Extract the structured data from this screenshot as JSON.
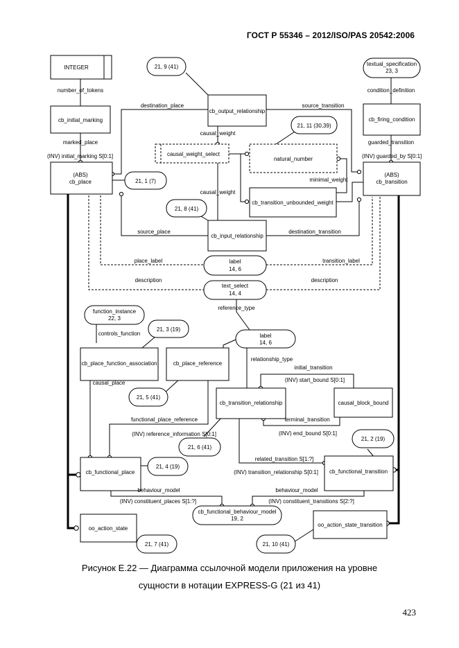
{
  "header": "ГОСТ  Р 55346 – 2012/ISO/PAS 20542:2006",
  "caption": {
    "line1": "Рисунок Е.22 — Диаграмма ссылочной модели приложения на уровне",
    "line2": "сущности в нотации EXPRESS-G (21 из 41)"
  },
  "page_number": "423",
  "entities": {
    "integer": "INTEGER",
    "cb_initial_marking": "cb_initial_marking",
    "cb_output_relationship": "cb_output_relationship",
    "cb_firing_condition": "cb_firing_condition",
    "causal_weight_select": "causal_weight_select",
    "natural_number": "natural_number",
    "cb_place_abs": "(ABS)",
    "cb_place": "cb_place",
    "cb_transition_abs": "(ABS)",
    "cb_transition": "cb_transition",
    "cb_transition_unbounded_weight": "cb_transition_unbounded_weight",
    "cb_input_relationship": "cb_input_relationship",
    "cb_place_function_association": "cb_place_function_association",
    "cb_place_reference": "cb_place_reference",
    "cb_transition_relationship": "cb_transition_relationship",
    "causal_block_bound": "causal_block_bound",
    "cb_functional_place": "cb_functional_place",
    "cb_functional_transition": "cb_functional_transition",
    "oo_action_state": "oo_action_state",
    "oo_action_state_transition": "oo_action_state_transition"
  },
  "refs": {
    "r21_9": "21, 9 (41)",
    "textual_specification_1": "textual_specification",
    "textual_specification_2": "23, 3",
    "r21_11": "21, 11 (30,39)",
    "r21_1": "21, 1 (7)",
    "r21_8": "21, 8 (41)",
    "label_1": "label",
    "label_2": "14, 6",
    "text_select_1": "text_select",
    "text_select_2": "14, 4",
    "function_instance_1": "function_instance",
    "function_instance_2": "22, 3",
    "r21_3": "21, 3 (19)",
    "label2_1": "label",
    "label2_2": "14, 6",
    "r21_5": "21, 5 (41)",
    "r21_6": "21, 6 (41)",
    "r21_2": "21, 2 (19)",
    "r21_4": "21, 4 (19)",
    "cb_functional_behaviour_model_1": "cb_functional_behaviour_model",
    "cb_functional_behaviour_model_2": "19, 2",
    "r21_7": "21, 7 (41)",
    "r21_10": "21, 10 (41)"
  },
  "relations": {
    "number_of_tokens": "number_of_tokens",
    "condition_definition": "condition_definition",
    "destination_place": "destination_place",
    "source_transition": "source_transition",
    "marked_place": "marked_place",
    "guarded_transition": "guarded_transition",
    "causal_weight_1": "causal_weight",
    "inv_initial_marking": "(INV) initial_marking S[0:1]",
    "inv_guarded_by": "(INV) guarded_by S[0:1]",
    "minimal_weight": "minimal_weight",
    "causal_weight_2": "causal_weight",
    "source_place": "source_place",
    "destination_transition": "destination_transition",
    "place_label": "place_label",
    "transition_label": "transition_label",
    "description_1": "description",
    "description_2": "description",
    "reference_type": "reference_type",
    "controls_function": "controls_function",
    "relationship_type": "relationship_type",
    "initial_transition": "initial_transition",
    "inv_start_bound": "(INV) start_bound S[0:1]",
    "causal_place": "causal_place",
    "functional_place_reference": "functional_place_reference",
    "terminal_transition": "terminal_transition",
    "inv_reference_information": "(INV) reference_information S[0:1]",
    "inv_end_bound": "(INV) end_bound S[0:1]",
    "related_transition": "related_transition S[1:?]",
    "inv_transition_relationship": "(INV) transition_relationship S[0:1]",
    "behaviour_model_1": "behaviour_model",
    "behaviour_model_2": "behaviour_model",
    "inv_constituent_places": "(INV) constituent_places S[1:?]",
    "inv_constituent_transitions": "(INV) constituent_transitions S[2:?]"
  }
}
